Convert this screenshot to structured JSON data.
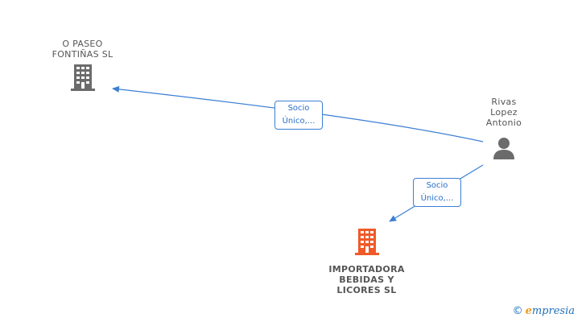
{
  "nodes": {
    "company1": {
      "name_line1": "O PASEO",
      "name_line2": "FONTIÑAS  SL"
    },
    "company2": {
      "name_line1": "IMPORTADORA",
      "name_line2": "BEBIDAS Y",
      "name_line3": "LICORES  SL"
    },
    "person": {
      "name_line1": "Rivas",
      "name_line2": "Lopez",
      "name_line3": "Antonio"
    }
  },
  "edges": {
    "edge1": {
      "line1": "Socio",
      "line2": "Único,..."
    },
    "edge2": {
      "line1": "Socio",
      "line2": "Único,..."
    }
  },
  "colors": {
    "company_gray": "#6b6b6b",
    "company_main": "#f05a28",
    "person_gray": "#6b6b6b",
    "edge": "#3b7fd4"
  },
  "watermark": {
    "symbol": "©",
    "brand_initial": "e",
    "brand_rest": "mpresia"
  }
}
